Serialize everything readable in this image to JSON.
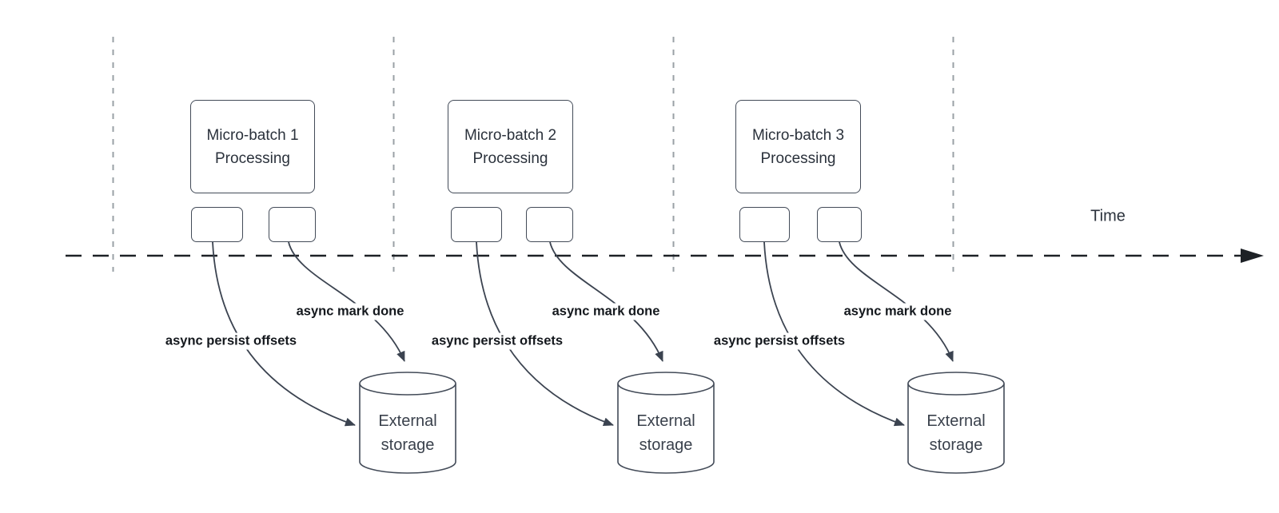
{
  "diagram_type": "micro-batch streaming timeline",
  "colors": {
    "background": "#ffffff",
    "shape_stroke": "#434b58",
    "arrow_stroke": "#3b4350",
    "time_axis_stroke": "#1d2126",
    "guide_line_stroke": "#9aa0a6",
    "title_text": "#2b323c",
    "edge_label_text": "#14181d",
    "storage_text": "#3a414c"
  },
  "time_axis": {
    "label": "Time"
  },
  "groups": [
    {
      "batch_title_line1": "Micro-batch 1",
      "batch_title_line2": "Processing",
      "persist_offsets_label": "async persist offsets",
      "mark_done_label": "async mark done",
      "storage_line1": "External",
      "storage_line2": "storage"
    },
    {
      "batch_title_line1": "Micro-batch 2",
      "batch_title_line2": "Processing",
      "persist_offsets_label": "async persist offsets",
      "mark_done_label": "async mark done",
      "storage_line1": "External",
      "storage_line2": "storage"
    },
    {
      "batch_title_line1": "Micro-batch 3",
      "batch_title_line2": "Processing",
      "persist_offsets_label": "async persist offsets",
      "mark_done_label": "async mark done",
      "storage_line1": "External",
      "storage_line2": "storage"
    }
  ]
}
